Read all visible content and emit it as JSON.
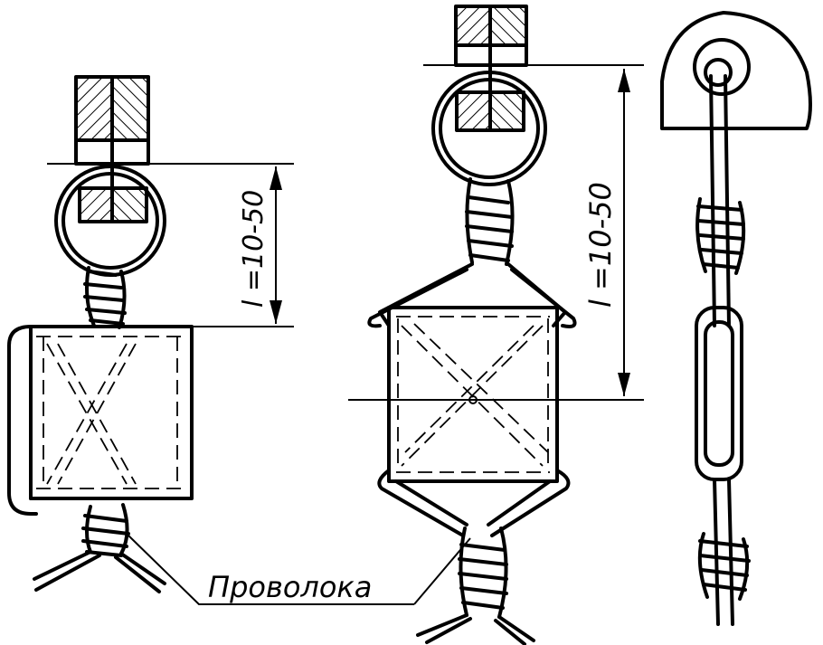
{
  "labels": {
    "dim_left": "l =10-50",
    "dim_middle": "l =10-50",
    "wire": "Проволока"
  },
  "colors": {
    "ink": "#000000",
    "background": "#ffffff"
  }
}
